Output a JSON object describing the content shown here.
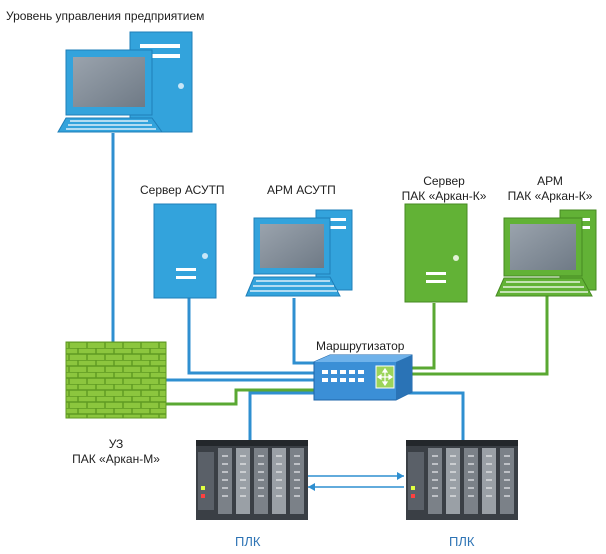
{
  "labels": {
    "enterprise_level": "Уровень управления предприятием",
    "server_asutp": "Сервер АСУТП",
    "arm_asutp": "АРМ АСУТП",
    "server_arkan_line1": "Сервер",
    "server_arkan_line2": "ПАК «Аркан-К»",
    "arm_arkan_line1": "АРМ",
    "arm_arkan_line2": "ПАК «Аркан-К»",
    "router": "Маршрутизатор",
    "firewall_line1": "УЗ",
    "firewall_line2": "ПАК «Аркан-М»",
    "plc_left": "ПЛК",
    "plc_right": "ПЛК"
  },
  "colors": {
    "blue_device": "#2f9fd8",
    "blue_line": "#2f8fd0",
    "green_device": "#62b236",
    "green_line": "#5aa832",
    "plc_label": "#2e74b5"
  }
}
